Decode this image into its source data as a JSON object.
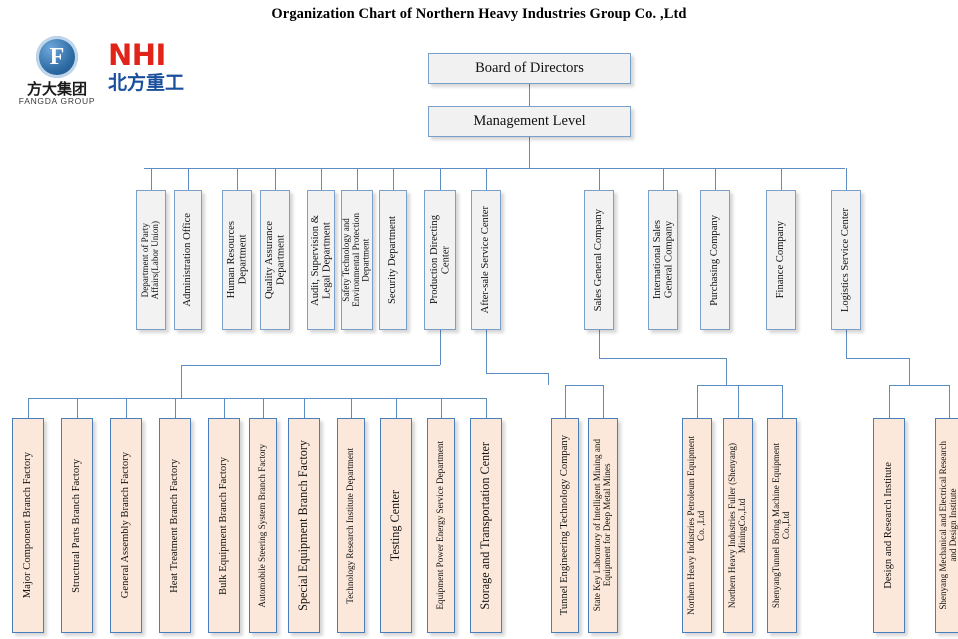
{
  "title": "Organization Chart of Northern Heavy Industries  Group Co. ,Ltd",
  "logos": {
    "fangda": {
      "mark_letter": "F",
      "chinese": "方大集团",
      "english": "FANGDA GROUP"
    },
    "nhi": {
      "english": "NHI",
      "chinese": "北方重工"
    }
  },
  "colors": {
    "box_border": "#7a9fc8",
    "box_fill": "#f2f2f2",
    "branch_border": "#4a7ebb",
    "branch_fill": "#fce8da",
    "connector": "#5b8cc4",
    "nhi_red": "#e2231a",
    "nhi_blue": "#1a4f9c",
    "fangda_blue": "#2e6ca4"
  },
  "top": [
    {
      "id": "board",
      "label": "Board of Directors"
    },
    {
      "id": "management",
      "label": "Management Level"
    }
  ],
  "level2_left": [
    {
      "id": "party-affairs",
      "label": "Department of Party\nAffairs(Labor Union)",
      "size": "small"
    },
    {
      "id": "administration",
      "label": "Administration Office",
      "size": "normal"
    },
    {
      "id": "human-resources",
      "label": "Human Resources\nDepartment",
      "size": "normal"
    },
    {
      "id": "quality-assurance",
      "label": "Quality Assurance\nDepartment",
      "size": "normal"
    },
    {
      "id": "audit-legal",
      "label": "Audit, Supervision &\nLegal Department",
      "size": "normal"
    },
    {
      "id": "safety-environment",
      "label": "Safety Technology and\nEnvironmental Protection\nDepartment",
      "size": "small"
    },
    {
      "id": "security",
      "label": "Security Department",
      "size": "normal"
    },
    {
      "id": "production-directing",
      "label": "Production Directing\nCenter",
      "size": "normal"
    },
    {
      "id": "after-sale",
      "label": "After-sale Service Center",
      "size": "normal"
    }
  ],
  "level2_right": [
    {
      "id": "sales-general",
      "label": "Sales General Company",
      "size": "normal"
    },
    {
      "id": "international-sales",
      "label": "International Sales\nGeneral Company",
      "size": "normal"
    },
    {
      "id": "purchasing",
      "label": "Purchasing Company",
      "size": "normal"
    },
    {
      "id": "finance",
      "label": "Finance Company",
      "size": "normal"
    },
    {
      "id": "logistics",
      "label": "Logistics Service Center",
      "size": "normal"
    }
  ],
  "level3_production": [
    {
      "id": "major-component",
      "label": "Major Component Branch Factory",
      "size": "normal"
    },
    {
      "id": "structural-parts",
      "label": "Structural Parts Branch Factory",
      "size": "normal"
    },
    {
      "id": "general-assembly",
      "label": "General Assembly Branch Factory",
      "size": "normal"
    },
    {
      "id": "heat-treatment",
      "label": "Heat Treatment Branch Factory",
      "size": "normal"
    },
    {
      "id": "bulk-equipment",
      "label": "Bulk Equipment Branch Factory",
      "size": "normal"
    },
    {
      "id": "automobile-steering",
      "label": "Automobile Steering System Branch Factory",
      "size": "small"
    },
    {
      "id": "special-equipment",
      "label": "Special Equipment Branch Factory",
      "size": "big"
    },
    {
      "id": "technology-research",
      "label": "Technology Research Institute Department",
      "size": "small"
    },
    {
      "id": "testing-center",
      "label": "Testing Center",
      "size": "big"
    },
    {
      "id": "equipment-power",
      "label": "Equipment Power Energy Service Department",
      "size": "small"
    },
    {
      "id": "storage-transportation",
      "label": "Storage and Transportation Center",
      "size": "big"
    }
  ],
  "level3_after_sale": [
    {
      "id": "tunnel-engineering",
      "label": "Tunnel Engineering Technology Company",
      "size": "normal"
    },
    {
      "id": "state-key-lab",
      "label": "State Key Laboratory of Intelligent Mining and\nEquipment for Deep Metal Mines",
      "size": "small"
    }
  ],
  "level3_sales": [
    {
      "id": "nhi-petroleum",
      "label": "Northern Heavy Industries Petroleum Equipment\nCo. ,Ltd",
      "size": "small"
    },
    {
      "id": "nhi-fuller",
      "label": "Northern Heavy Industries Fuller (Shenyang)\nMiningCo.,Ltd",
      "size": "small"
    },
    {
      "id": "tunnel-boring",
      "label": "ShenyangTunnel Boring Machine Equipment\nCo.,Ltd",
      "size": "small"
    }
  ],
  "level3_logistics": [
    {
      "id": "design-research",
      "label": "Design and Research Institute",
      "size": "normal"
    },
    {
      "id": "mech-electrical",
      "label": "Shenyang Mechanical and Electrical Research\nand Design Institute",
      "size": "small"
    }
  ]
}
